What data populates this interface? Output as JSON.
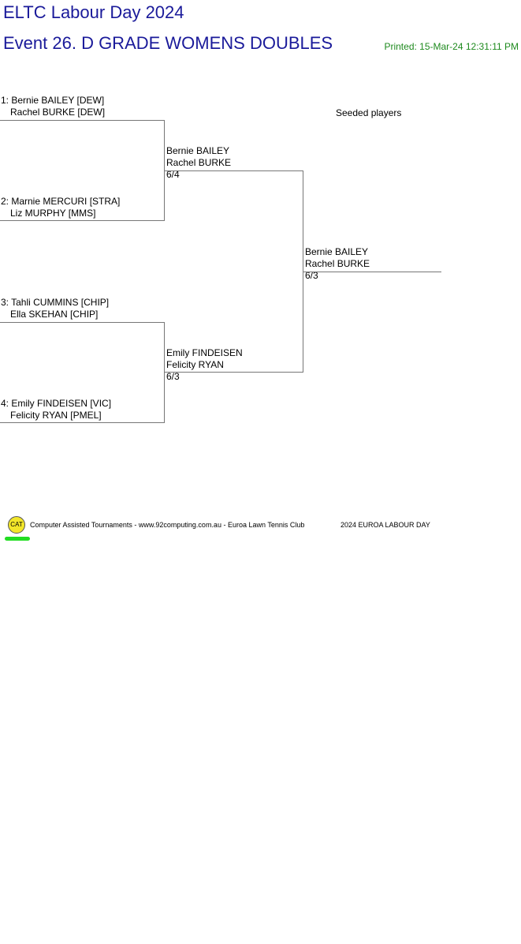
{
  "header": {
    "tournament": "ELTC Labour Day 2024",
    "event": "Event 26. D GRADE WOMENS DOUBLES",
    "printed": "Printed: 15-Mar-24 12:31:11 PM"
  },
  "seeded_label": "Seeded players",
  "round1": [
    {
      "p1": "1: Bernie BAILEY [DEW]",
      "p2": "Rachel BURKE [DEW]"
    },
    {
      "p1": "2: Marnie MERCURI [STRA]",
      "p2": "Liz MURPHY [MMS]"
    },
    {
      "p1": "3: Tahli CUMMINS [CHIP]",
      "p2": "Ella SKEHAN [CHIP]"
    },
    {
      "p1": "4: Emily FINDEISEN [VIC]",
      "p2": "Felicity RYAN [PMEL]"
    }
  ],
  "round2": [
    {
      "p1": "Bernie BAILEY",
      "p2": "Rachel BURKE",
      "score": "6/4"
    },
    {
      "p1": "Emily FINDEISEN",
      "p2": "Felicity RYAN",
      "score": "6/3"
    }
  ],
  "final": {
    "p1": "Bernie BAILEY",
    "p2": "Rachel BURKE",
    "score": "6/3"
  },
  "footer": {
    "logo": "CAT",
    "text": "Computer Assisted Tournaments - www.92computing.com.au -  Euroa Lawn Tennis Club",
    "right": "2024 EUROA LABOUR DAY"
  }
}
